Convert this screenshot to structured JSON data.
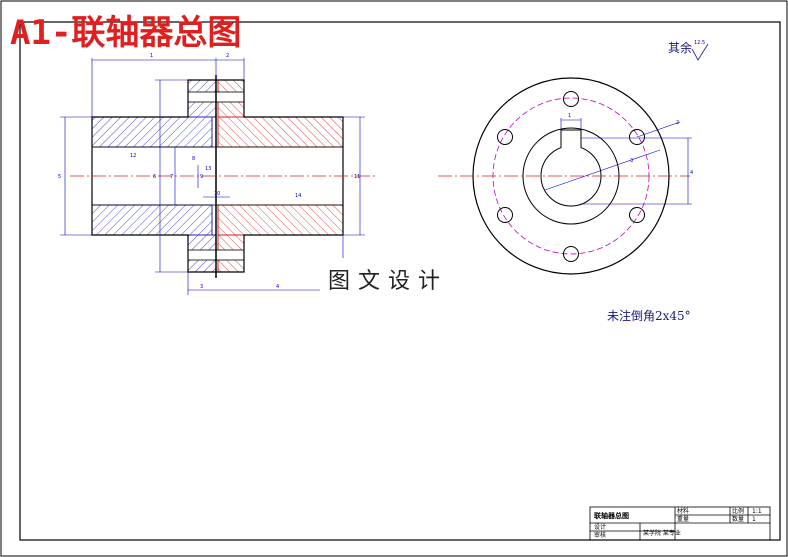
{
  "title": "A1-联轴器总图",
  "watermark": "图文设计",
  "notes": {
    "roughness_label": "其余",
    "roughness_value": "12.5",
    "chamfer_note": "未注倒角2x45°"
  },
  "dimensions": {
    "side_view": [
      "1",
      "2",
      "3",
      "4",
      "5",
      "6",
      "7",
      "8",
      "9",
      "10",
      "11",
      "12",
      "13",
      "14"
    ],
    "front_view": [
      "1",
      "2",
      "3",
      "4"
    ]
  },
  "title_block": {
    "drawing_name": "联轴器总图",
    "cell_a": "比例",
    "cell_b": "1:1",
    "cell_c": "数量",
    "cell_d": "1",
    "cell_e": "材料",
    "cell_f": "重量",
    "row_designer": "设计",
    "row_checker": "审核",
    "school": "某学院 某专业"
  },
  "colors": {
    "frame": "#000000",
    "hatch_left": "#2020c0",
    "hatch_right": "#d02020",
    "centerline": "#d02020",
    "pitch_circle": "#c000c0",
    "dimension": "#0000cc",
    "title": "#e02020"
  }
}
